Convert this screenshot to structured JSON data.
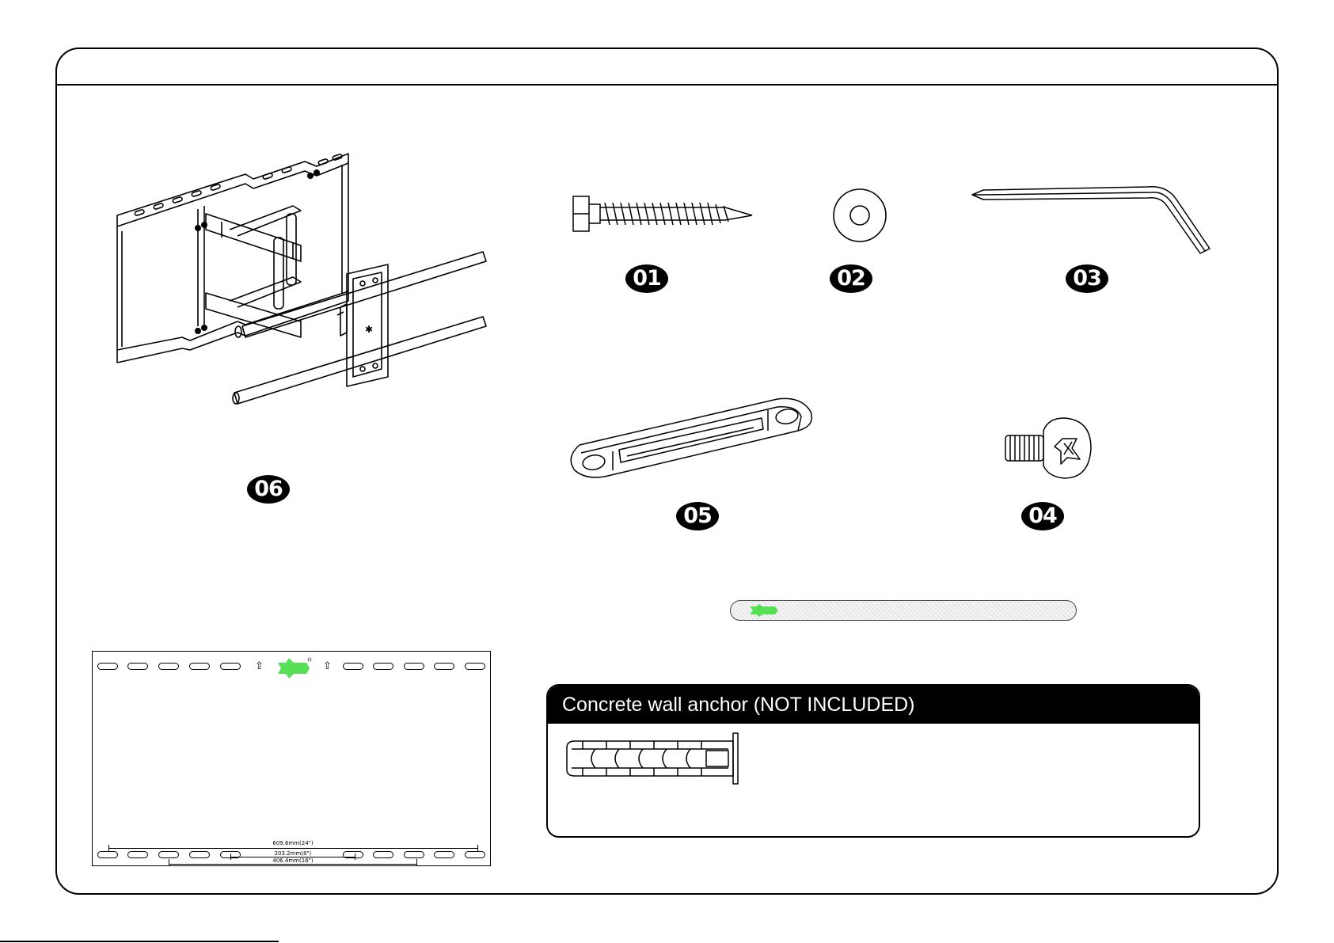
{
  "parts": {
    "p01": {
      "number": "01",
      "name": "lag-bolt"
    },
    "p02": {
      "number": "02",
      "name": "washer"
    },
    "p03": {
      "number": "03",
      "name": "hex-key"
    },
    "p04": {
      "number": "04",
      "name": "screw"
    },
    "p05": {
      "number": "05",
      "name": "bracket-spacer"
    },
    "p06": {
      "number": "06",
      "name": "wall-mount"
    }
  },
  "template": {
    "dim_outer": "609.6mm(24\")",
    "dim_inner": "203.2mm(8\")",
    "dim_mid": "406.4mm(16\")"
  },
  "anchor": {
    "title": "Concrete wall anchor (NOT INCLUDED)"
  },
  "colors": {
    "logo": "#55e055",
    "badge": "#000000"
  }
}
